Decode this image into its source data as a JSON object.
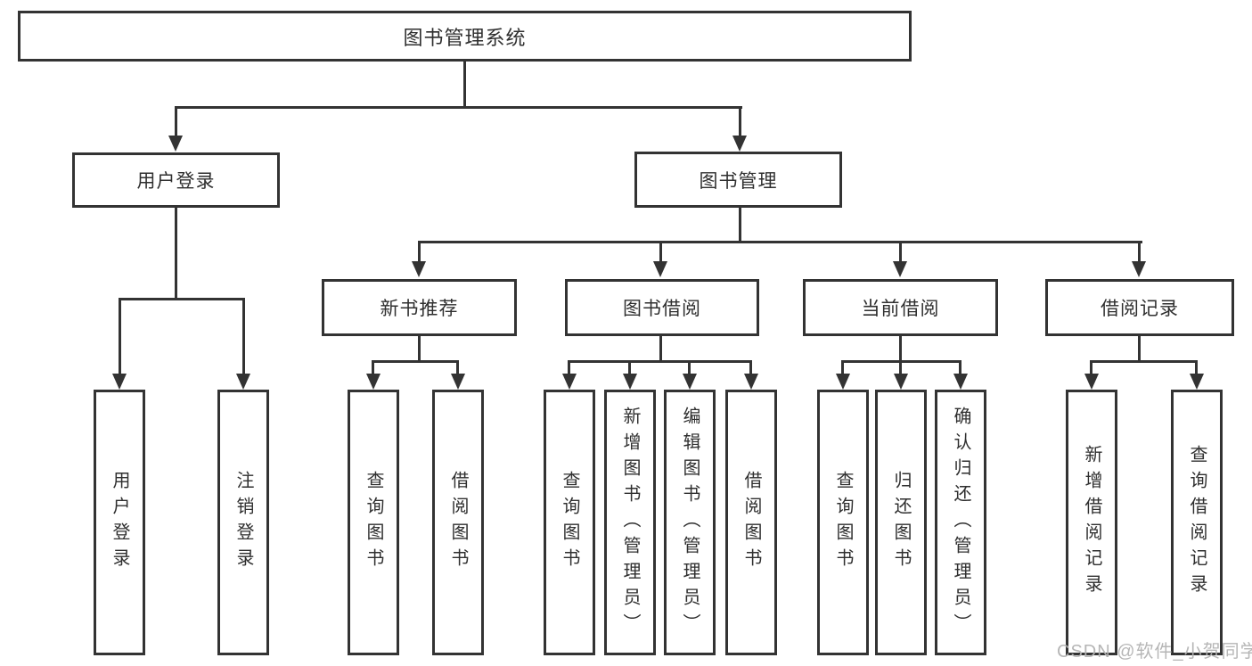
{
  "tree": {
    "label": "图书管理系统",
    "children": [
      {
        "label": "用户登录",
        "children": [
          {
            "label": "用户登录"
          },
          {
            "label": "注销登录"
          }
        ]
      },
      {
        "label": "图书管理",
        "children": [
          {
            "label": "新书推荐",
            "children": [
              {
                "label": "查询图书"
              },
              {
                "label": "借阅图书"
              }
            ]
          },
          {
            "label": "图书借阅",
            "children": [
              {
                "label": "查询图书"
              },
              {
                "label": "新增图书（管理员）"
              },
              {
                "label": "编辑图书（管理员）"
              },
              {
                "label": "借阅图书"
              }
            ]
          },
          {
            "label": "当前借阅",
            "children": [
              {
                "label": "查询图书"
              },
              {
                "label": "归还图书"
              },
              {
                "label": "确认归还（管理员）"
              }
            ]
          },
          {
            "label": "借阅记录",
            "children": [
              {
                "label": "新增借阅记录"
              },
              {
                "label": "查询借阅记录"
              }
            ]
          }
        ]
      }
    ]
  },
  "watermark": {
    "text": "CSDN @软件_小贺同学"
  },
  "colors": {
    "line": "#333333",
    "text": "#2f2f2f",
    "watermark": "#b2b2b2",
    "background": "#ffffff"
  }
}
